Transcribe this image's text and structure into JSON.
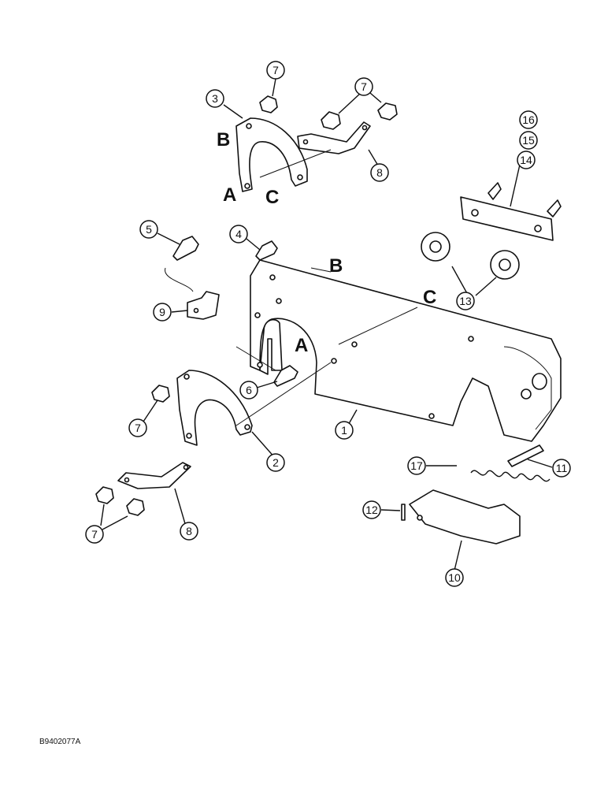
{
  "figure_code": "B9402077A",
  "callouts": [
    "1",
    "2",
    "3",
    "4",
    "5",
    "6",
    "7",
    "8",
    "9",
    "10",
    "11",
    "12",
    "13",
    "14",
    "15",
    "16",
    "17"
  ],
  "letters": [
    "A",
    "B",
    "C"
  ]
}
